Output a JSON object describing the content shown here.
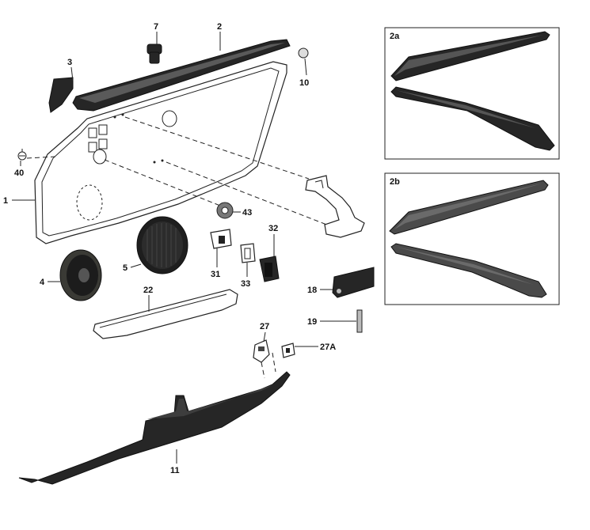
{
  "callouts": {
    "c7": "7",
    "c2": "2",
    "c3": "3",
    "c10": "10",
    "c40": "40",
    "c1": "1",
    "c43": "43",
    "c32": "32",
    "c5": "5",
    "c31": "31",
    "c4": "4",
    "c33": "33",
    "c22": "22",
    "c18": "18",
    "c19": "19",
    "c27": "27",
    "c27a": "27A",
    "c11": "11"
  },
  "insets": {
    "inset_a_label": "2a",
    "inset_b_label": "2b"
  },
  "colors": {
    "part_dark": "#262626",
    "part_mid": "#4a4a4a",
    "line": "#222222"
  }
}
